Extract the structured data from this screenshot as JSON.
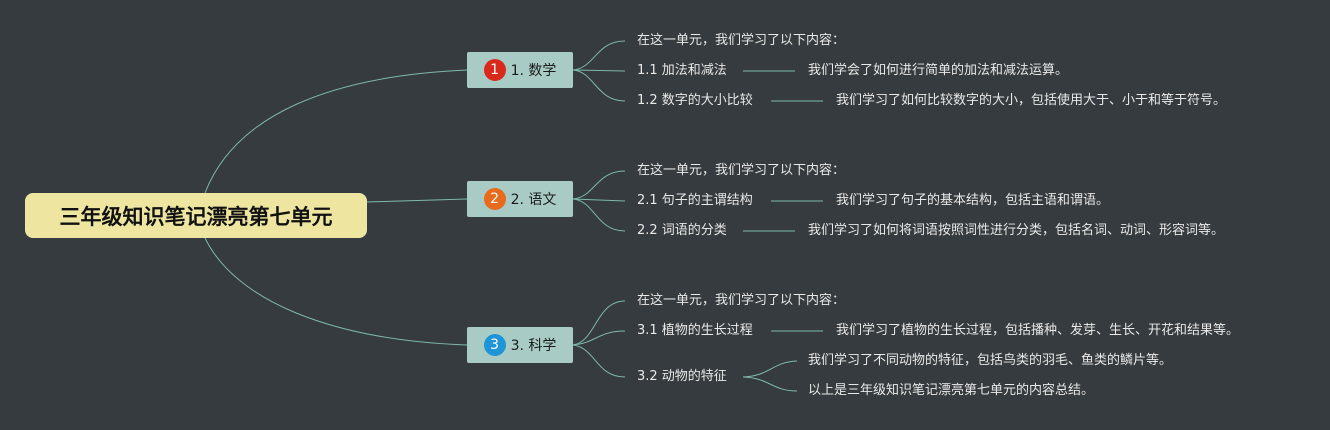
{
  "root": {
    "title": "三年级知识笔记漂亮第七单元"
  },
  "colors": {
    "background": "#353b3e",
    "line": "#7fb8ad",
    "root_fill": "#ede5a0",
    "branch_fill": "#a8ccc5",
    "text": "#e9e9e9"
  },
  "branches": [
    {
      "badge": "1",
      "badge_color": "#d9291c",
      "label": "1. 数学",
      "intro": "在这一单元，我们学习了以下内容：",
      "topics": [
        {
          "label": "1.1 加法和减法",
          "details": [
            "我们学会了如何进行简单的加法和减法运算。"
          ]
        },
        {
          "label": "1.2 数字的大小比较",
          "details": [
            "我们学习了如何比较数字的大小，包括使用大于、小于和等于符号。"
          ]
        }
      ]
    },
    {
      "badge": "2",
      "badge_color": "#e86a1c",
      "label": "2. 语文",
      "intro": "在这一单元，我们学习了以下内容：",
      "topics": [
        {
          "label": "2.1 句子的主谓结构",
          "details": [
            "我们学习了句子的基本结构，包括主语和谓语。"
          ]
        },
        {
          "label": "2.2 词语的分类",
          "details": [
            "我们学习了如何将词语按照词性进行分类，包括名词、动词、形容词等。"
          ]
        }
      ]
    },
    {
      "badge": "3",
      "badge_color": "#1f94d6",
      "label": "3. 科学",
      "intro": "在这一单元，我们学习了以下内容：",
      "topics": [
        {
          "label": "3.1 植物的生长过程",
          "details": [
            "我们学习了植物的生长过程，包括播种、发芽、生长、开花和结果等。"
          ]
        },
        {
          "label": "3.2 动物的特征",
          "details": [
            "我们学习了不同动物的特征，包括鸟类的羽毛、鱼类的鳞片等。",
            "以上是三年级知识笔记漂亮第七单元的内容总结。"
          ]
        }
      ]
    }
  ]
}
